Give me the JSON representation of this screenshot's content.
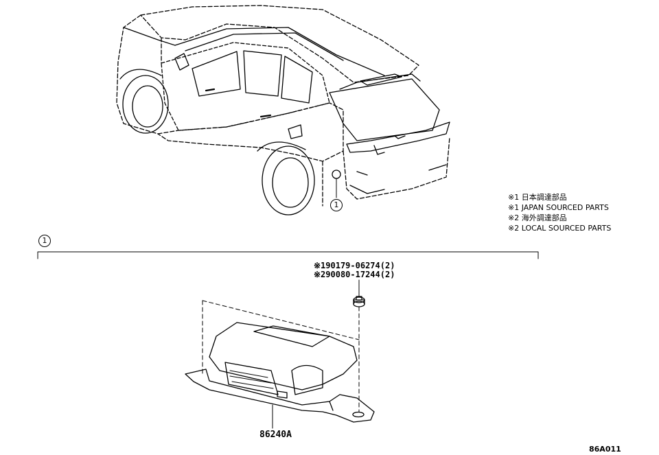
{
  "callout": {
    "number": "1"
  },
  "legend": {
    "lines": [
      "※1 日本調達部品",
      "※1 JAPAN SOURCED PARTS",
      "※2 海外調達部品",
      "※2 LOCAL SOURCED PARTS"
    ]
  },
  "parts": {
    "bolt_japan": "※190179-06274(2)",
    "bolt_local": "※290080-17244(2)",
    "module": "86240A"
  },
  "figure_id": "86A011"
}
